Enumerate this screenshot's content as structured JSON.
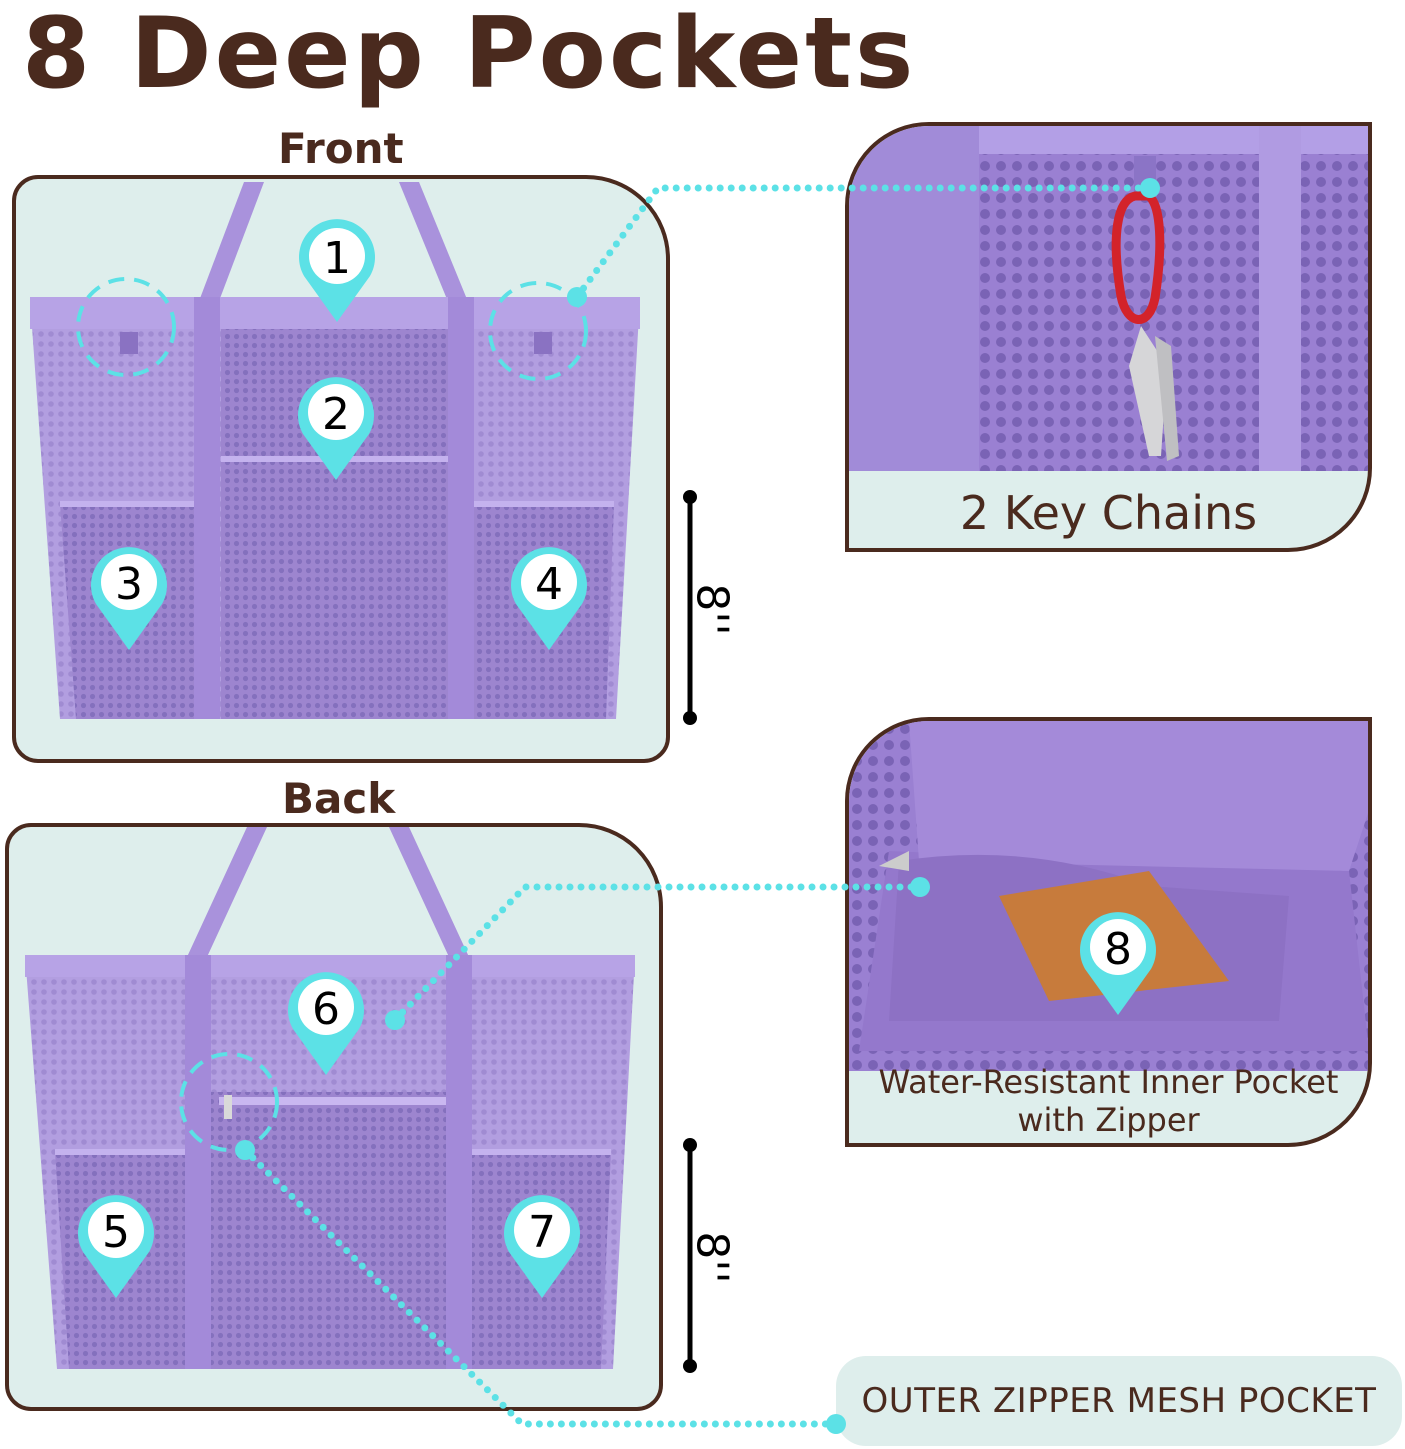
{
  "title": "8 Deep Pockets",
  "sections": {
    "front": "Front",
    "back": "Back"
  },
  "pockets": {
    "p1": "1",
    "p2": "2",
    "p3": "3",
    "p4": "4",
    "p5": "5",
    "p6": "6",
    "p7": "7",
    "p8": "8"
  },
  "dimensions": {
    "front_height": "8''",
    "back_height": "8''"
  },
  "callouts": {
    "key_chains": "2 Key Chains",
    "inner_pocket_line1": "Water-Resistant Inner Pocket",
    "inner_pocket_line2": "with Zipper",
    "outer_pocket": "OUTER ZIPPER MESH POCKET"
  },
  "colors": {
    "brand_brown": "#4a2a1e",
    "panel_bg": "#deeeec",
    "bag_purple": "#a68cd6",
    "marker_cyan": "#5ce1e6"
  }
}
